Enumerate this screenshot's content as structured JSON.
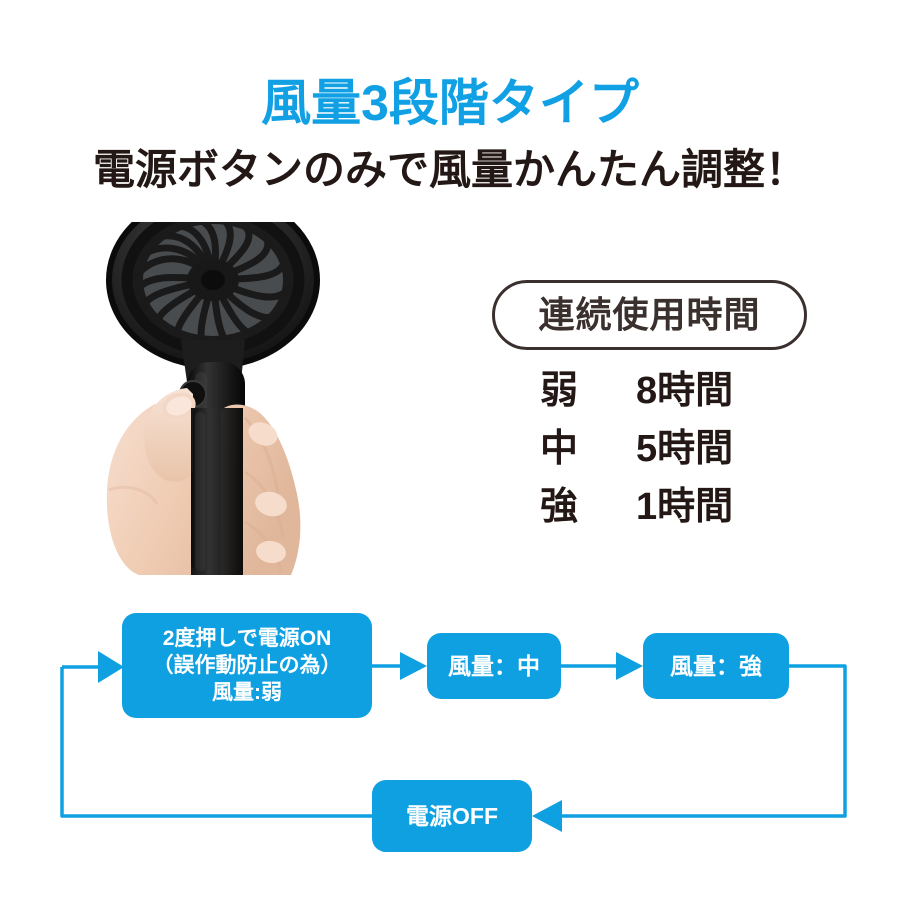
{
  "heading": {
    "title": "風量3段階タイプ",
    "subtitle": "電源ボタンのみで風量かんたん調整！",
    "title_color": "#12A0E5",
    "subtitle_color": "#231815"
  },
  "photo": {
    "alt": "手持ち扇風機を握った手",
    "device_color": "#1A1A1A",
    "skin_color": "#F2D3BE"
  },
  "usage_time": {
    "pill_label": "連続使用時間",
    "border_color": "#3A302E",
    "rows": [
      {
        "level": "弱",
        "value": "8時間"
      },
      {
        "level": "中",
        "value": "5時間"
      },
      {
        "level": "強",
        "value": "1時間"
      }
    ]
  },
  "flow": {
    "accent_color": "#0FA0E1",
    "boxes": {
      "power_on": {
        "line1": "2度押しで電源ON",
        "line2": "（誤作動防止の為）",
        "line3": "風量:弱"
      },
      "mid": "風量：中",
      "high": "風量：強",
      "off": "電源OFF"
    }
  }
}
